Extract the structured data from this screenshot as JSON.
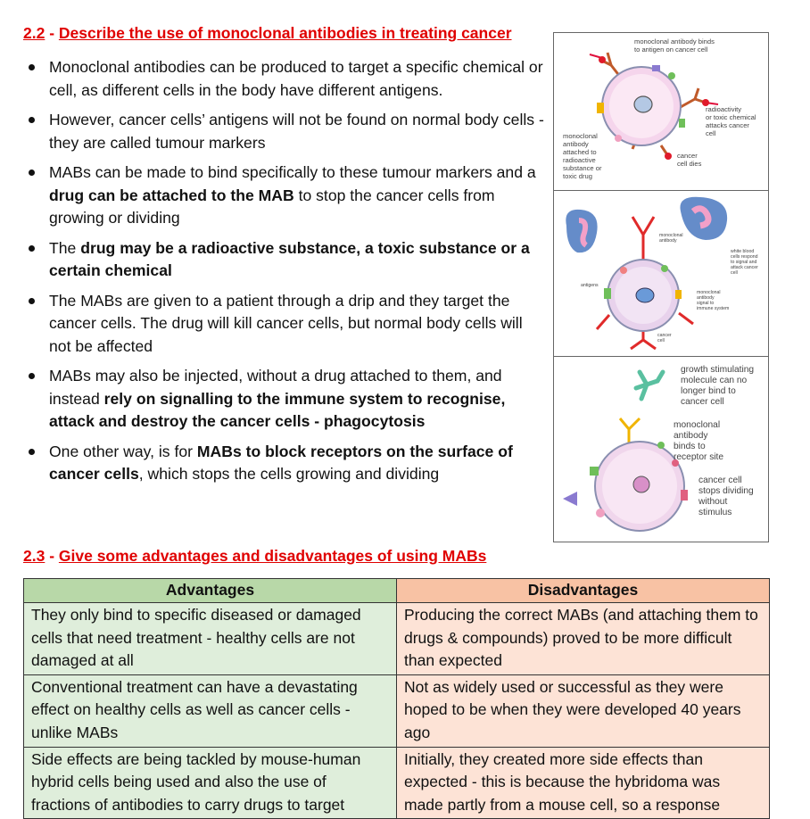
{
  "section_22": {
    "number": "2.2",
    "sep": " - ",
    "title": "Describe the use of monoclonal antibodies in treating cancer"
  },
  "bullets": [
    [
      {
        "t": "Monoclonal antibodies can be produced to target a specific chemical or cell, as different cells in the body have different antigens."
      }
    ],
    [
      {
        "t": "However, cancer cells’ antigens will not be found on normal body cells - they are called tumour markers"
      }
    ],
    [
      {
        "t": "MABs can be made to bind specifically to these tumour markers and a "
      },
      {
        "t": "drug can be attached to the MAB",
        "b": true
      },
      {
        "t": " to stop the cancer cells from growing or dividing"
      }
    ],
    [
      {
        "t": "The "
      },
      {
        "t": "drug may be a radioactive substance, a toxic substance or a certain chemical",
        "b": true
      }
    ],
    [
      {
        "t": "The MABs are given to a patient through a drip and they target the cancer cells. The drug will kill cancer cells, but normal body cells will not be affected"
      }
    ],
    [
      {
        "t": "MABs may also be injected, without a drug attached to them, and instead "
      },
      {
        "t": "rely on signalling to the immune system to recognise, attack and destroy the cancer cells - phagocytosis",
        "b": true
      }
    ],
    [
      {
        "t": "One other way, is for "
      },
      {
        "t": "MABs to block receptors on the surface of cancer cells",
        "b": true
      },
      {
        "t": ", which stops the cells growing and dividing"
      }
    ]
  ],
  "figure": {
    "panel1": {
      "binds": [
        "monoclonal antibody binds",
        "to antigen on cancer cell"
      ],
      "radio": [
        "radioactivity",
        "or toxic chemical",
        "attacks cancer",
        "cell"
      ],
      "attached": [
        "monoclonal",
        "antibody",
        "attached to",
        "radioactive",
        "substance or",
        "toxic drug"
      ],
      "dies": [
        "cancer",
        "cell dies"
      ]
    },
    "panel2": {
      "mab": [
        "monoclonal",
        "antibody"
      ],
      "wbc": [
        "white blood",
        "cells respond",
        "to signal and",
        "attack cancer",
        "cell"
      ],
      "antigens": "antigens",
      "signal": [
        "monoclonal",
        "antibody",
        "signal to",
        "immune system"
      ],
      "cancer": [
        "cancer",
        "cell"
      ]
    },
    "panel3": {
      "growth": [
        "growth stimulating",
        "molecule can no",
        "longer bind to",
        "cancer cell"
      ],
      "mab": [
        "monoclonal",
        "antibody",
        "binds to",
        "receptor site"
      ],
      "stops": [
        "cancer cell",
        "stops dividing",
        "without",
        "stimulus"
      ]
    }
  },
  "section_23": {
    "number": "2.3",
    "sep": " - ",
    "title": "Give some advantages and disadvantages of using MABs"
  },
  "table": {
    "headers": [
      "Advantages",
      "Disadvantages"
    ],
    "rows": [
      [
        "They only bind to specific diseased or damaged cells that need treatment - healthy cells are not damaged at all",
        "Producing the correct MABs (and attaching them to drugs & compounds) proved to be more difficult than expected"
      ],
      [
        "Conventional treatment can have a devastating effect on healthy cells as well as cancer cells - unlike MABs",
        "Not as widely used or successful as they were hoped to be when they were developed 40 years ago"
      ],
      [
        "Side effects are being tackled by mouse-human hybrid cells being used and also the use of fractions of antibodies to carry drugs to target",
        "Initially, they created more side effects than expected - this is because the hybridoma was made partly from a mouse cell, so a response"
      ]
    ]
  }
}
